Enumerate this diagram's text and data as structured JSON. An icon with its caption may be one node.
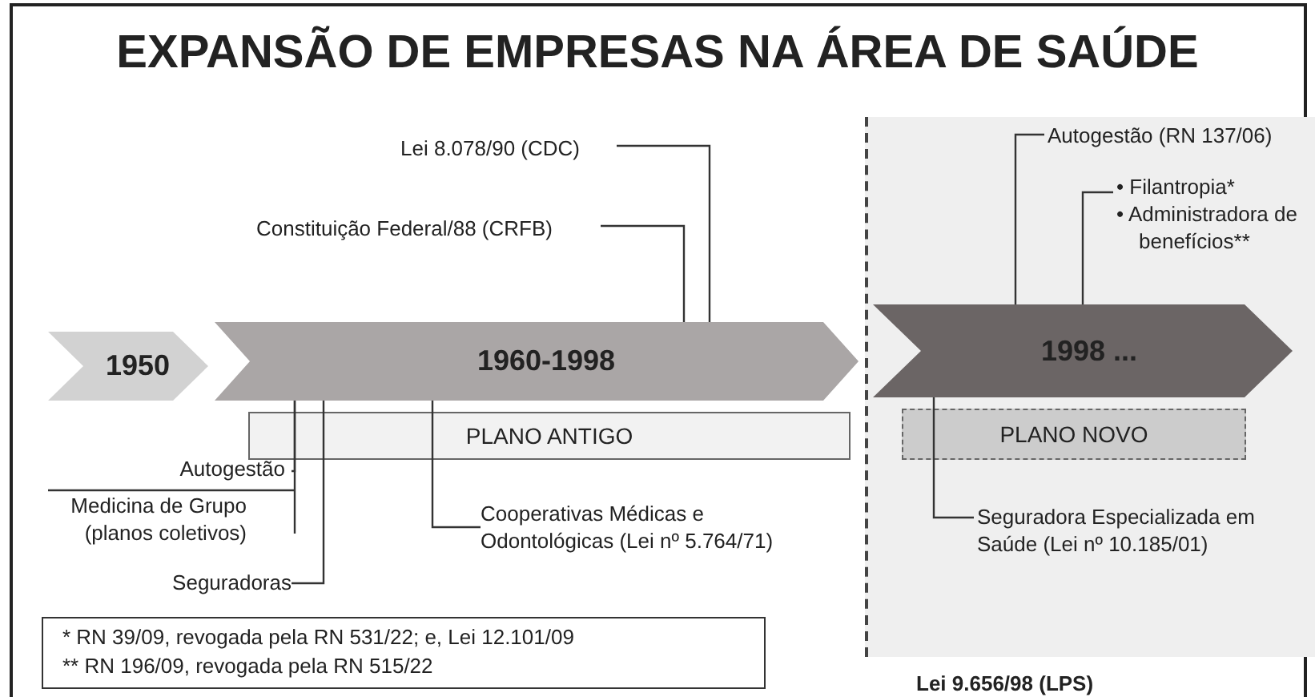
{
  "diagram": {
    "title": "EXPANSÃO DE EMPRESAS NA ÁREA DE SAÚDE",
    "nodes": [
      {
        "text": [
          "1950"
        ]
      },
      {
        "text": [
          "1960-1998"
        ]
      },
      {
        "text": [
          "Lei 9.656/98 (LPS)"
        ]
      },
      {
        "text": [
          "1998 ..."
        ],
        "in": 2
      },
      {
        "text": [
          "PLANO ANTIGO"
        ]
      },
      {
        "text": [
          "PLANO NOVO"
        ],
        "in": 2
      },
      {
        "text": [
          "Lei 8.078/90 (CDC)"
        ]
      },
      {
        "text": [
          "Constituição Federal/88 (CRFB)"
        ]
      },
      {
        "text": [
          "Autogestão (RN 137/06)"
        ],
        "in": 2
      },
      {
        "text": [
          "• Filantropia*",
          "• Administradora de benefícios**"
        ],
        "in": 2
      },
      {
        "text": [
          "Autogestão"
        ]
      },
      {
        "text": [
          "Medicina de Grupo (planos coletivos)"
        ]
      },
      {
        "text": [
          "Seguradoras"
        ]
      },
      {
        "text": [
          "Cooperativas Médicas e Odontológicas (Lei nº 5.764/71)"
        ]
      },
      {
        "text": [
          "Seguradora Especializada em Saúde (Lei nº 10.185/01)"
        ],
        "in": 2
      },
      {
        "text": [
          "* RN 39/09, revogada pela RN 531/22; e, Lei 12.101/09",
          "** RN 196/09, revogada pela RN 515/22"
        ]
      }
    ],
    "edges": [
      {
        "from": 6,
        "to": 1,
        "arrow": "none"
      },
      {
        "from": 7,
        "to": 1,
        "arrow": "none"
      },
      {
        "from": 10,
        "to": 1,
        "arrow": "none"
      },
      {
        "from": 11,
        "to": 1,
        "arrow": "none"
      },
      {
        "from": 12,
        "to": 1,
        "arrow": "none"
      },
      {
        "from": 13,
        "to": 1,
        "arrow": "none"
      },
      {
        "from": 8,
        "to": 3,
        "arrow": "none"
      },
      {
        "from": 9,
        "to": 3,
        "arrow": "none"
      },
      {
        "from": 14,
        "to": 3,
        "arrow": "none"
      }
    ]
  }
}
